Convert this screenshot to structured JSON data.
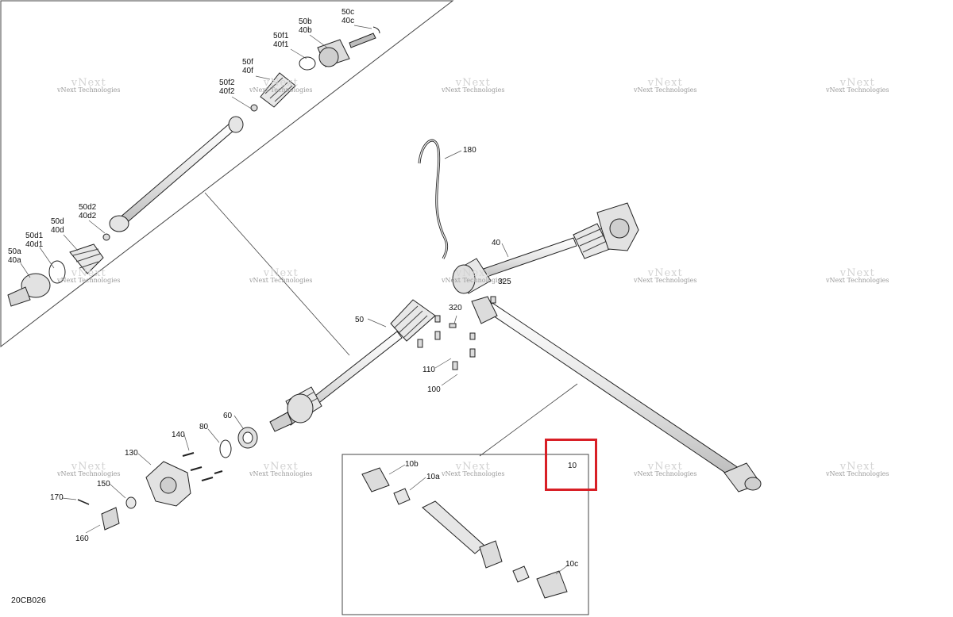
{
  "diagram_code": "20CB026",
  "highlight_color": "#d81f26",
  "watermark": {
    "brand": "vNext",
    "text": "vNext Technologies"
  },
  "callouts": {
    "p50c40c": [
      "50c",
      "40c"
    ],
    "p50b40b": [
      "50b",
      "40b"
    ],
    "p50f140f1": [
      "50f1",
      "40f1"
    ],
    "p50f40f": [
      "50f",
      "40f"
    ],
    "p50f240f2": [
      "50f2",
      "40f2"
    ],
    "p50d240d2": [
      "50d2",
      "40d2"
    ],
    "p50d40d": [
      "50d",
      "40d"
    ],
    "p50d140d1": [
      "50d1",
      "40d1"
    ],
    "p50a40a": [
      "50a",
      "40a"
    ],
    "p180": "180",
    "p40": "40",
    "p325": "325",
    "p320": "320",
    "p50": "50",
    "p110": "110",
    "p100": "100",
    "p60": "60",
    "p80": "80",
    "p140": "140",
    "p130": "130",
    "p150": "150",
    "p170": "170",
    "p160": "160",
    "p10b": "10b",
    "p10a": "10a",
    "p10": "10",
    "p10c": "10c"
  }
}
